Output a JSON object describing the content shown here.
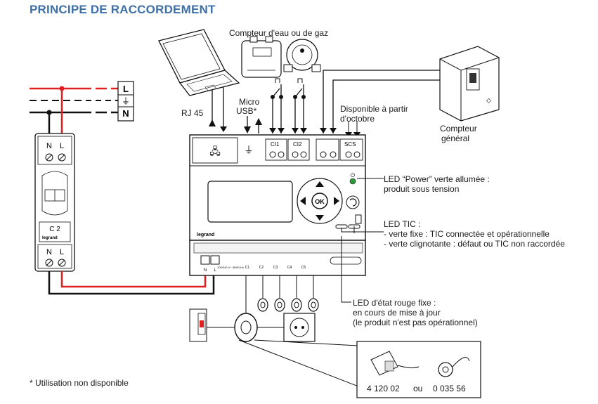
{
  "title": "PRINCIPE DE RACCORDEMENT",
  "labels": {
    "water_gas_meter": "Compteur d'eau ou de gaz",
    "rj45": "RJ 45",
    "micro_usb": [
      "Micro",
      "USB*"
    ],
    "available": [
      "Disponible à partir",
      "d'octobre"
    ],
    "main_meter": [
      "Compteur",
      "général"
    ],
    "led_power": [
      "LED “Power” verte allumée :",
      "produit sous tension"
    ],
    "led_tic": [
      "LED TIC :",
      "- verte fixe : TIC connectée et opérationnelle",
      "- verte clignotante : défaut ou TIC non raccordée"
    ],
    "led_state": [
      "LED d'état rouge fixe :",
      "en cours de mise à jour",
      "(le produit n'est pas opérationnel)"
    ],
    "footnote": "* Utilisation non disponible",
    "ref_a": "4 120 02",
    "ref_or": "ou",
    "ref_b": "0 035 56"
  },
  "mains": {
    "l": "L",
    "earth": "⏚",
    "n": "N"
  },
  "breaker": {
    "top_n": "N",
    "top_l": "L",
    "model": "C 2",
    "brand": "legrand",
    "bot_n": "N",
    "bot_l": "L"
  },
  "device": {
    "ports": {
      "ci1": "CI1",
      "ci2": "CI2",
      "scs": "SCS"
    },
    "ok": "OK",
    "brand": "legrand",
    "bottom": [
      "N",
      "L",
      "100/240 V~ 50/60 Hz",
      "C1",
      "C2",
      "C3",
      "C4",
      "C5"
    ]
  },
  "colors": {
    "title": "#3d6fa8",
    "live": "#e02020",
    "neutral": "#111111",
    "led_green": "#2e9b3a",
    "led_red": "#e02020"
  }
}
